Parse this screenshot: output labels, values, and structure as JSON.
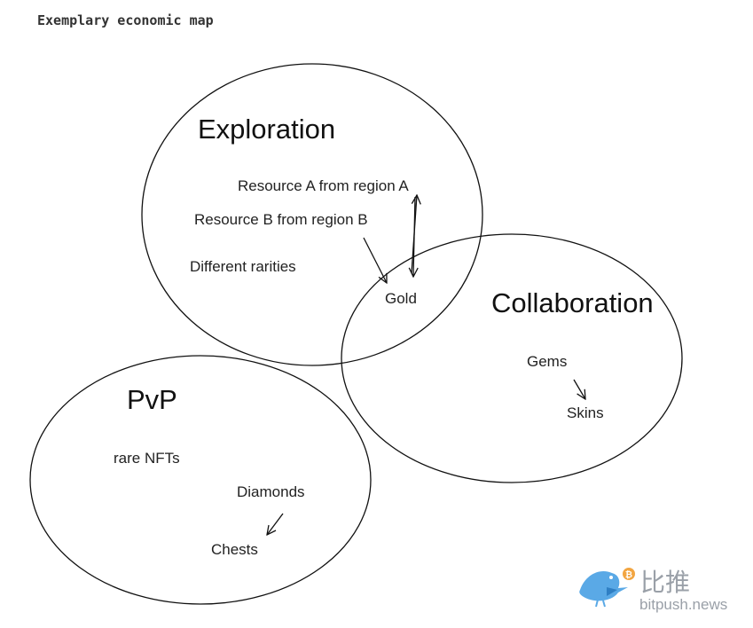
{
  "heading": "Exemplary economic map",
  "sections": {
    "exploration": {
      "title": "Exploration",
      "items": [
        "Resource A from region A",
        "Resource B from region B",
        "Different rarities"
      ]
    },
    "collaboration": {
      "title": "Collaboration",
      "items": [
        "Gems",
        "Skins"
      ]
    },
    "pvp": {
      "title": "PvP",
      "items": [
        "rare NFTs",
        "Diamonds",
        "Chests"
      ]
    },
    "overlap": {
      "label": "Gold"
    }
  },
  "watermark": {
    "chinese": "比推",
    "site": "bitpush.news",
    "icon": "bird-bitcoin-logo"
  }
}
